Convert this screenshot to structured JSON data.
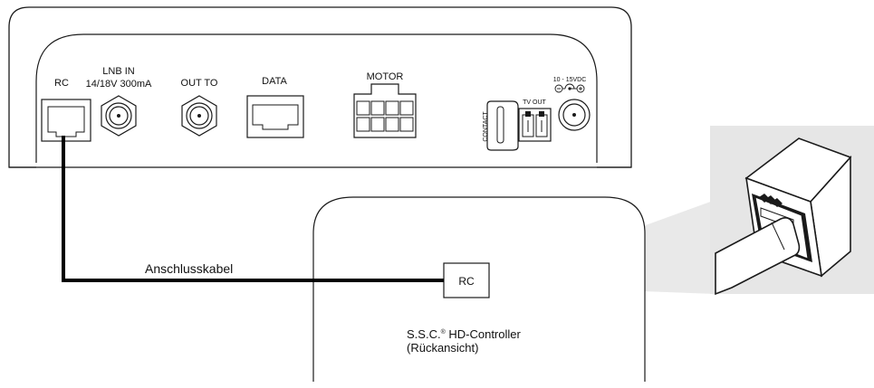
{
  "device_panel": {
    "ports": {
      "rc": "RC",
      "lnb_in": "LNB IN",
      "lnb_spec": "14/18V 300mA",
      "out_to": "OUT TO",
      "data": "DATA",
      "motor": "MOTOR",
      "power": "10 - 15VDC",
      "tv_out": "TV OUT",
      "contact": "CONTACT"
    }
  },
  "cable": {
    "label": "Anschlusskabel"
  },
  "controller": {
    "port_label": "RC",
    "name_prefix": "S.S.C.",
    "name_reg": "®",
    "name_suffix": " HD-Controller",
    "view_note": "(Rückansicht)"
  },
  "colors": {
    "outline": "#1a1a1a",
    "cable": "#000000",
    "zoom_panel": "#e6e6e6",
    "zoom_cone": "#e9e9e9"
  }
}
